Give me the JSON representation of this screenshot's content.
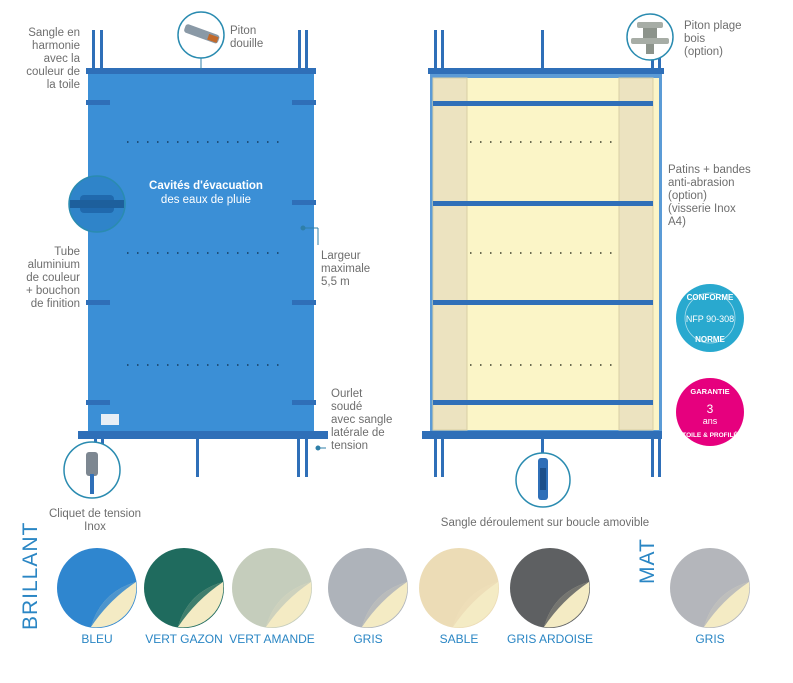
{
  "labels": {
    "sangle_harmonie": "Sangle en\nharmonie\navec la\ncouleur de\nla toile",
    "piton_douille": "Piton\ndouille",
    "piton_plage": "Piton plage\nbois\n(option)",
    "cavites_line1": "Cavités d'évacuation",
    "cavites_line2": "des eaux de pluie",
    "tube": "Tube\naluminium\nde couleur\n+ bouchon\nde finition",
    "largeur": "Largeur\nmaximale\n5,5 m",
    "patins": "Patins + bandes\nanti-abrasion\n(option)\n(visserie Inox\nA4)",
    "ourlet": "Ourlet\nsoudé\navec sangle\nlatérale de\ntension",
    "cliquet": "Cliquet de tension\nInox",
    "sangle_deroulement": "Sangle déroulement sur boucle amovible"
  },
  "badges": {
    "conforme_top": "CONFORME",
    "conforme_mid": "NFP 90-308",
    "conforme_bottom": "NORME",
    "garantie_top": "GARANTIE",
    "garantie_num": "3",
    "garantie_unit": "ans",
    "garantie_bottom": "TOILE & PROFILÉ"
  },
  "finishes": {
    "brillant_title": "BRILLANT",
    "mat_title": "MAT",
    "swatches": [
      {
        "name": "BLEU",
        "color": "#2f86cf"
      },
      {
        "name": "VERT GAZON",
        "color": "#1f6b5e"
      },
      {
        "name": "VERT AMANDE",
        "color": "#c5cdbc"
      },
      {
        "name": "GRIS",
        "color": "#aeb3ba"
      },
      {
        "name": "SABLE",
        "color": "#ecdcb6"
      },
      {
        "name": "GRIS ARDOISE",
        "color": "#5e6062"
      },
      {
        "name": "GRIS",
        "color": "#b4b6bb"
      }
    ]
  },
  "colors": {
    "accent": "#2a86c4",
    "cover_blue": "#3b8fd6",
    "tube": "#2f6fb8",
    "cream": "#fbf5c7",
    "pad": "#ece3c0",
    "conforme": "#29a9cf",
    "garantie": "#e6007e"
  }
}
